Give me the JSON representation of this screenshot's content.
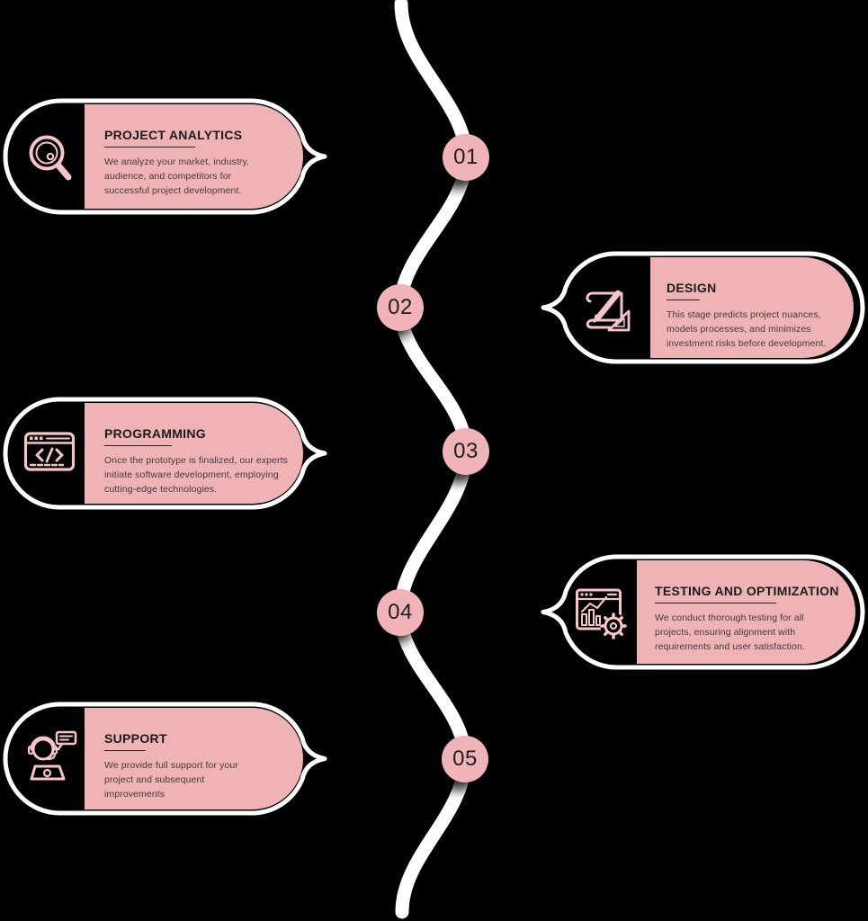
{
  "infographic": {
    "background": "#000000",
    "steps": [
      {
        "number": "01",
        "title": "PROJECT ANALYTICS",
        "description": "We analyze your market, industry,\naudience, and competitors for\nsuccessful project development.",
        "icon": "magnifier-icon",
        "side": "left"
      },
      {
        "number": "02",
        "title": "DESIGN",
        "description": "This stage predicts project nuances,\nmodels processes, and minimizes\ninvestment risks before development.",
        "icon": "design-tablet-pencil-icon",
        "side": "right"
      },
      {
        "number": "03",
        "title": "PROGRAMMING",
        "description": "Once the prototype is finalized, our experts\ninitiate software development, employing\ncutting-edge technologies.",
        "icon": "code-window-icon",
        "side": "left"
      },
      {
        "number": "04",
        "title": "TESTING AND OPTIMIZATION",
        "description": "We conduct thorough testing for all\nprojects, ensuring alignment with\nrequirements and user satisfaction.",
        "icon": "testing-gear-chart-icon",
        "side": "right"
      },
      {
        "number": "05",
        "title": "SUPPORT",
        "description": "We provide full support for your\nproject and subsequent\nimprovements",
        "icon": "support-agent-icon",
        "side": "left"
      }
    ],
    "colors": {
      "card_fill": "#efb3b6",
      "circle_fill": "#f0b4b8",
      "icon_stroke": "#f6c5c7",
      "outline": "#ffffff",
      "title_text": "#1b1b1b",
      "body_text": "#413a3c"
    }
  }
}
